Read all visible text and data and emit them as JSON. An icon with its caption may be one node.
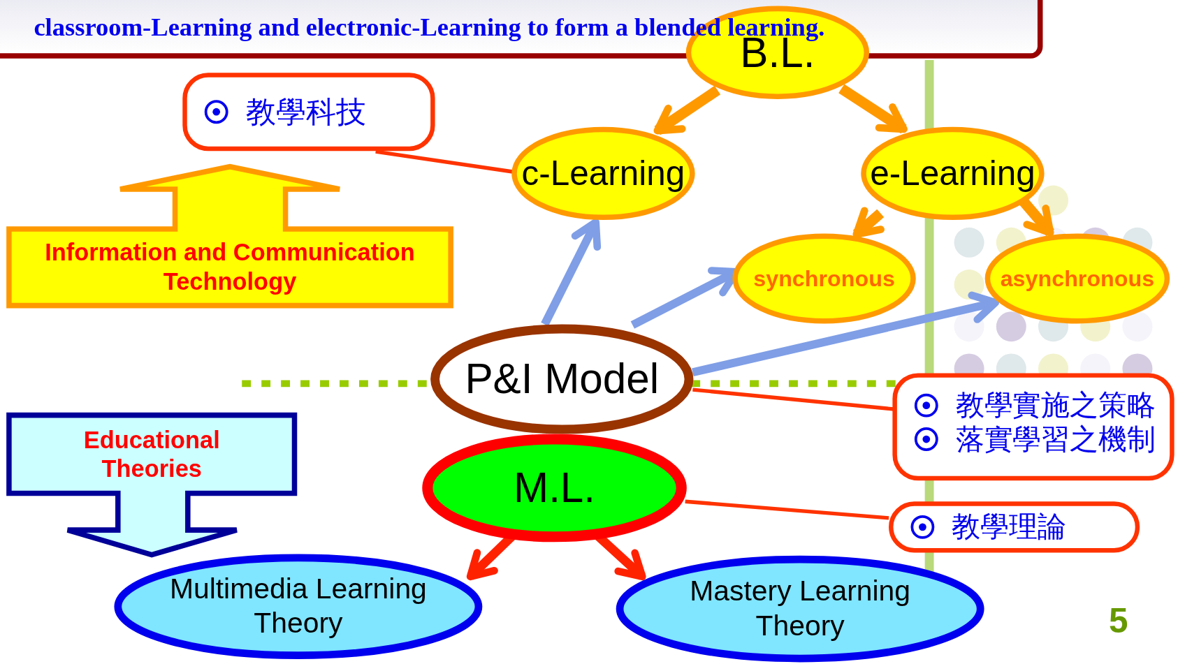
{
  "diagram": {
    "nodes": [
      {
        "text": [
          "classroom-Learning and electronic-Learning to form a blended learning."
        ]
      },
      {
        "text": [
          "B.L."
        ]
      },
      {
        "text": [
          "教學科技"
        ]
      },
      {
        "text": [
          "c-Learning"
        ]
      },
      {
        "text": [
          "e-Learning"
        ]
      },
      {
        "text": [
          "Information and Communication Technology"
        ]
      },
      {
        "text": [
          "synchronous"
        ]
      },
      {
        "text": [
          "asynchronous"
        ]
      },
      {
        "text": [
          "P&I Model"
        ]
      },
      {
        "text": [
          "教學實施之策略",
          "落實學習之機制"
        ]
      },
      {
        "text": [
          "Educational Theories"
        ]
      },
      {
        "text": [
          "M.L."
        ]
      },
      {
        "text": [
          "教學理論"
        ]
      },
      {
        "text": [
          "Multimedia Learning Theory"
        ]
      },
      {
        "text": [
          "Mastery Learning Theory"
        ]
      }
    ],
    "edges": [
      {
        "from": 1,
        "to": 3,
        "arrow": "to"
      },
      {
        "from": 1,
        "to": 4,
        "arrow": "to"
      },
      {
        "from": 4,
        "to": 6,
        "arrow": "to"
      },
      {
        "from": 4,
        "to": 7,
        "arrow": "to"
      },
      {
        "from": 8,
        "to": 3,
        "arrow": "to",
        "color": "#7f9ee6"
      },
      {
        "from": 8,
        "to": 6,
        "arrow": "to",
        "color": "#7f9ee6"
      },
      {
        "from": 8,
        "to": 7,
        "arrow": "to",
        "color": "#7f9ee6"
      },
      {
        "from": 11,
        "to": 13,
        "arrow": "to",
        "color": "#ff2200"
      },
      {
        "from": 11,
        "to": 14,
        "arrow": "to",
        "color": "#ff2200"
      },
      {
        "from": 2,
        "to": 3,
        "arrow": "none",
        "color": "#ff3300"
      },
      {
        "from": 9,
        "to": 8,
        "arrow": "none",
        "color": "#ff3300"
      },
      {
        "from": 12,
        "to": 11,
        "arrow": "none",
        "color": "#ff3300"
      }
    ],
    "labels": [
      "5"
    ]
  }
}
